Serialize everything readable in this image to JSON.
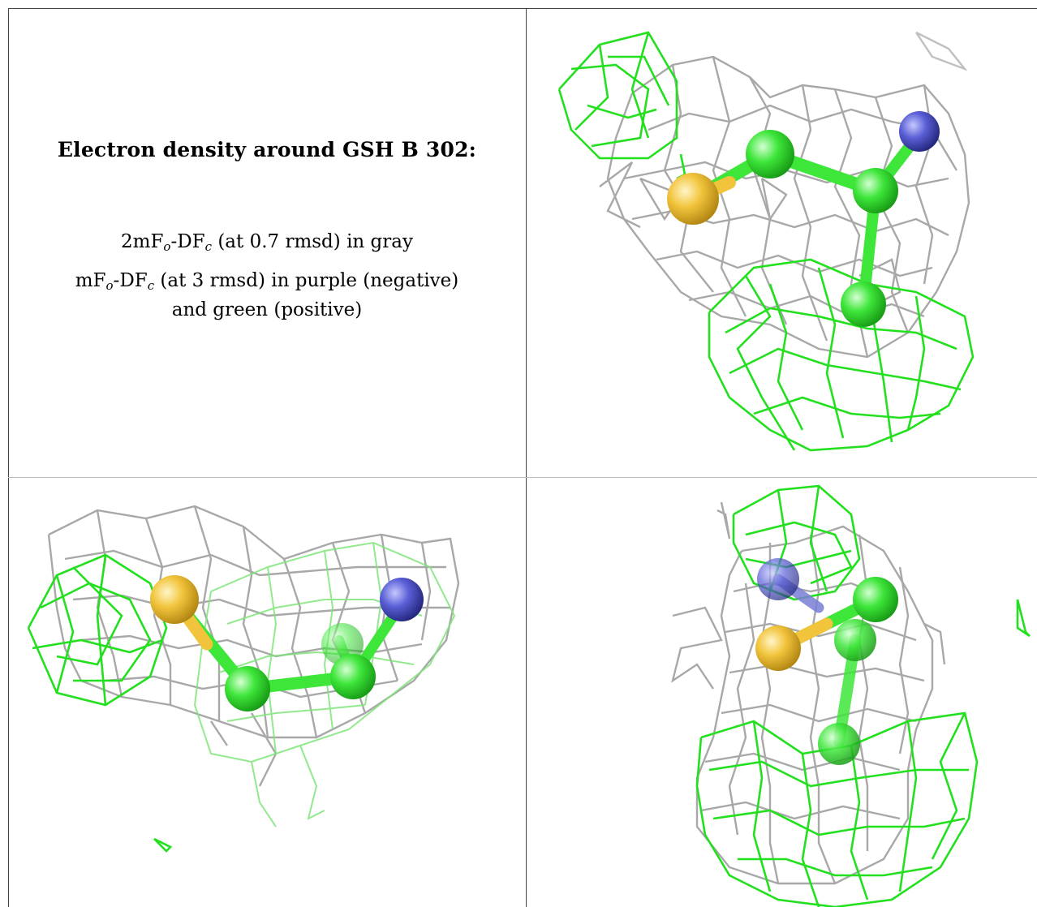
{
  "caption": {
    "title": "Electron density around GSH B 302:",
    "line1": {
      "a": "2mF",
      "b": "o",
      "c": "-DF",
      "d": "c",
      "e": " (at 0.7 rmsd) in gray"
    },
    "line2": {
      "a": "mF",
      "b": "o",
      "c": "-DF",
      "d": "c",
      "e": " (at 3 rmsd) in purple (negative)"
    },
    "line3": "and green (positive)"
  },
  "colors": {
    "gray_mesh": "#a8a8a8",
    "green_mesh": "#22e01e",
    "sulfur": "#f2c43c",
    "nitrogen": "#3a3fd6",
    "carbon": "#3ee63a"
  },
  "panels": [
    {
      "view": "top-right"
    },
    {
      "view": "bottom-left"
    },
    {
      "view": "bottom-right"
    }
  ]
}
